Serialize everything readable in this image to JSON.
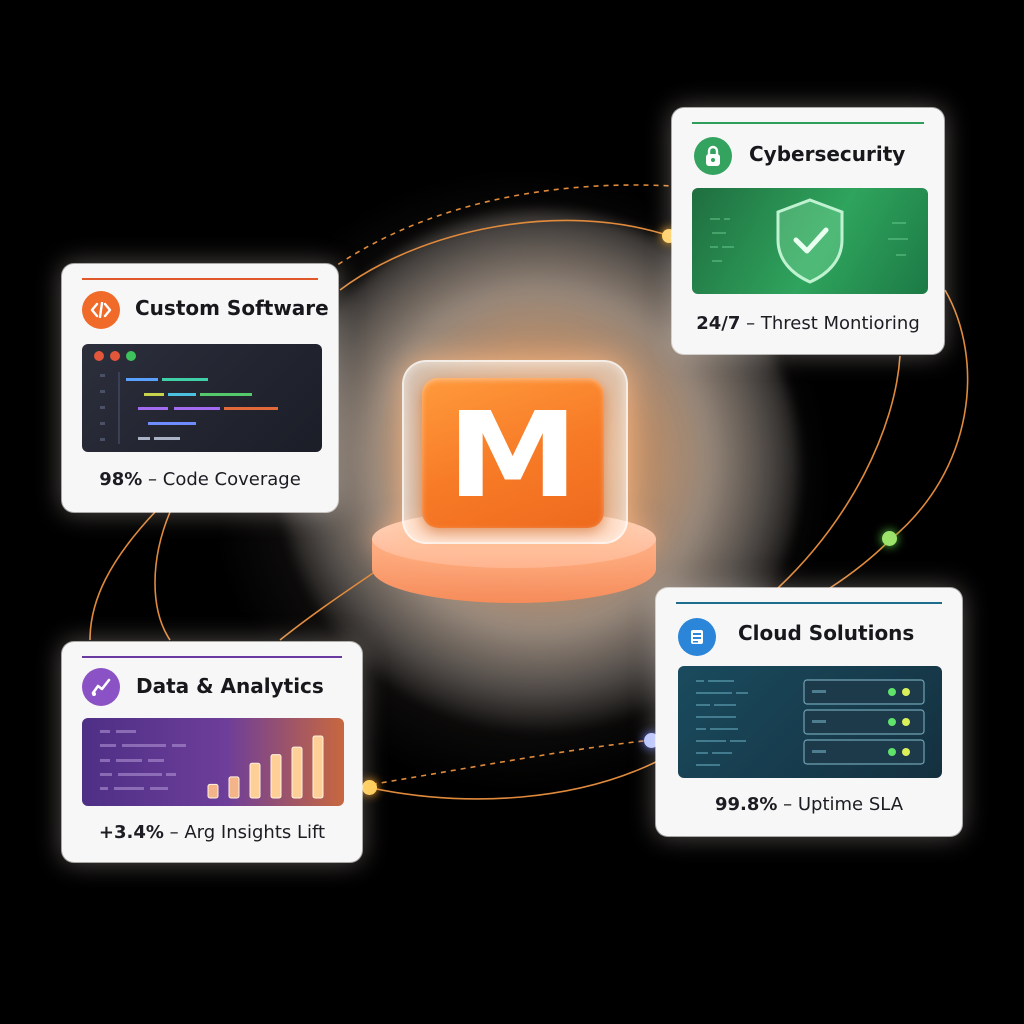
{
  "logo": {
    "letter": "M"
  },
  "colors": {
    "accent_orange": "#f77a26",
    "cyber_green": "#2e9e5b",
    "data_purple": "#6b3aa0",
    "cloud_blue": "#2b7fd6"
  },
  "cards": {
    "software": {
      "title": "Custom Software",
      "icon": "code-icon",
      "metric_value": "98%",
      "metric_label": "– Code Coverage"
    },
    "security": {
      "title": "Cybersecurity",
      "icon": "lock-icon",
      "panel_icon": "shield-check-icon",
      "metric_value": "24/7",
      "metric_label": "– Threst Montioring"
    },
    "analytics": {
      "title": "Data & Analytics",
      "icon": "chart-icon",
      "metric_value": "+3.4%",
      "metric_label": "– Arg Insights Lift",
      "bars": [
        0.22,
        0.34,
        0.56,
        0.7,
        0.82,
        1.0
      ]
    },
    "cloud": {
      "title": "Cloud Solutions",
      "icon": "server-stack-icon",
      "metric_value": "99.8%",
      "metric_label": "– Uptime SLA"
    }
  }
}
